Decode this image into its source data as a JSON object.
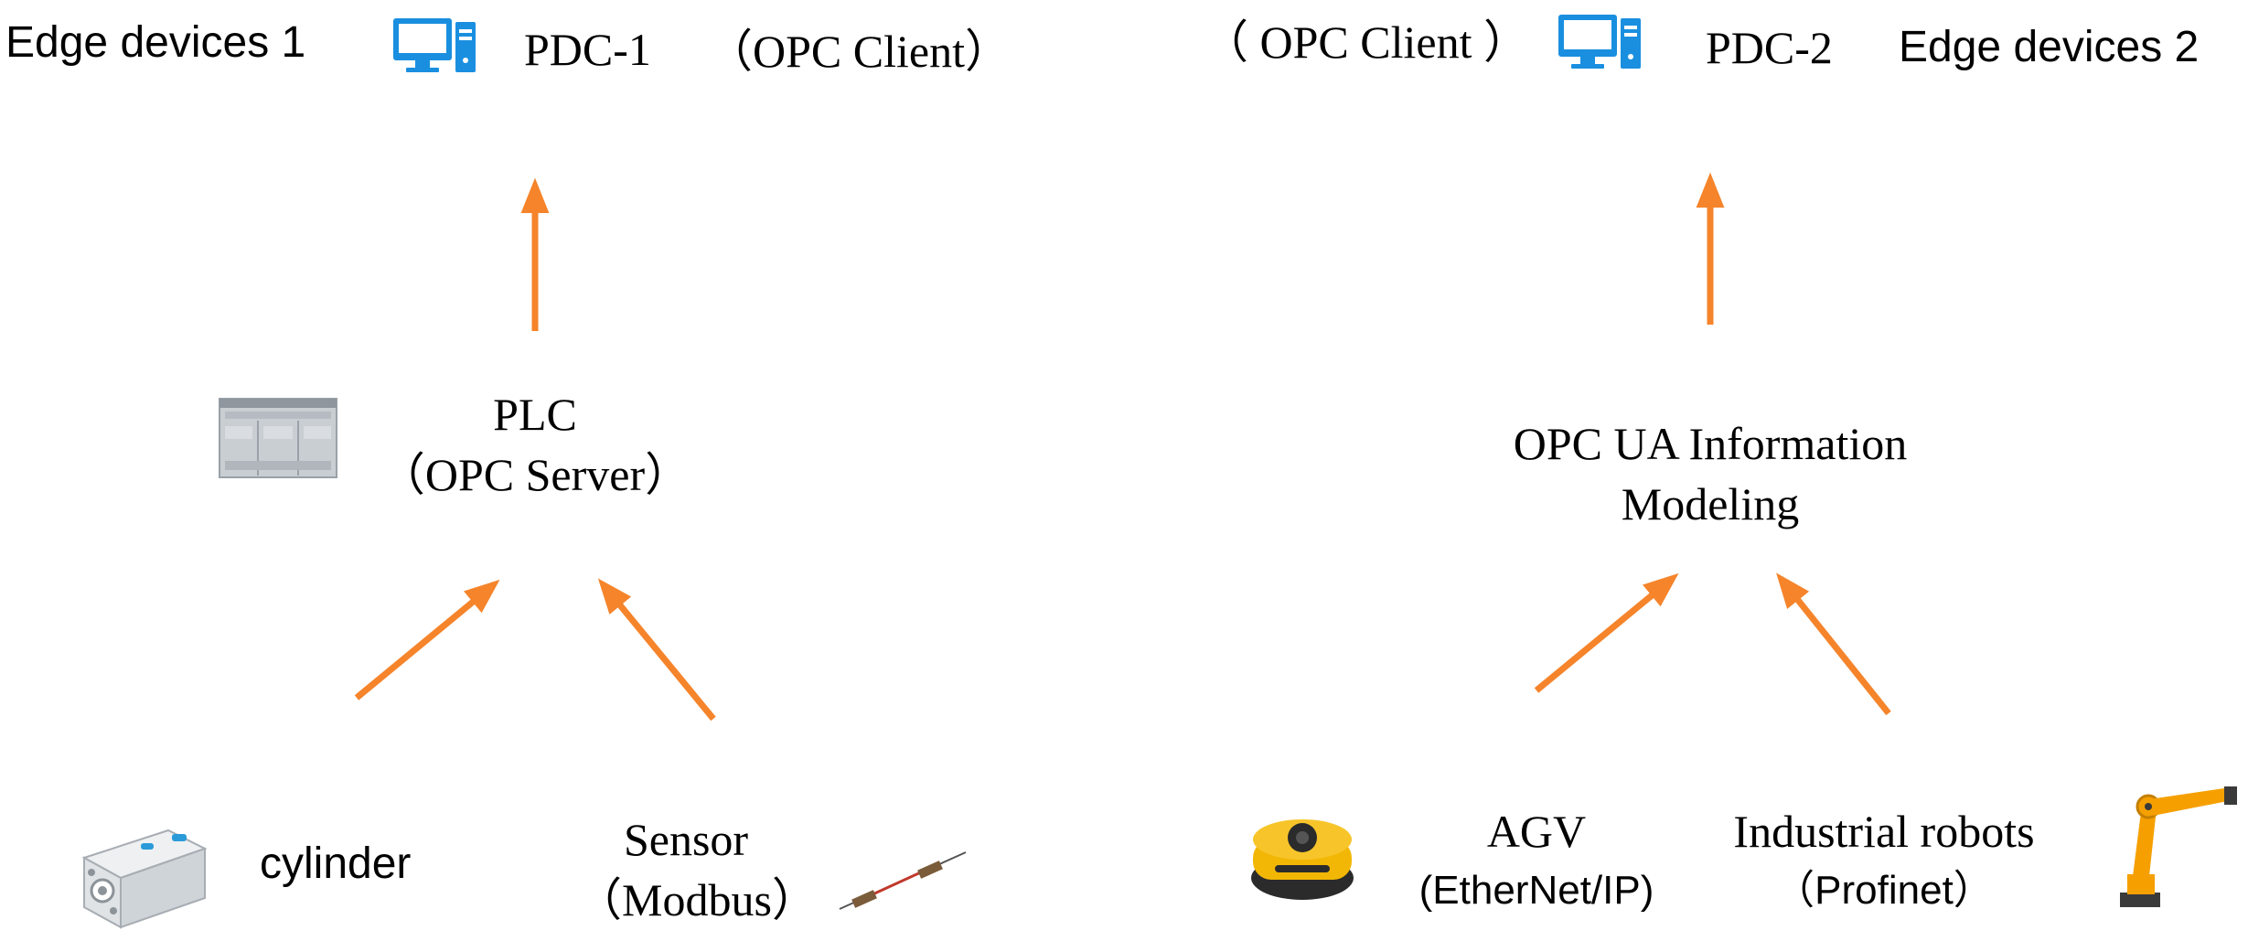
{
  "labels": {
    "edge1": "Edge devices 1",
    "pdc1": "PDC-1",
    "client1": "（OPC Client）",
    "client2": "（ OPC Client ）",
    "pdc2": "PDC-2",
    "edge2": "Edge devices 2",
    "plc_line1": "PLC",
    "plc_line2": "（OPC Server）",
    "opcua_line1": "OPC UA Information",
    "opcua_line2": "Modeling",
    "cylinder": "cylinder",
    "sensor_line1": "Sensor",
    "sensor_line2": "（Modbus）",
    "agv_line1": "AGV",
    "agv_line2": "(EtherNet/IP)",
    "robots_line1": "Industrial robots",
    "robots_line2": "（Profinet）"
  },
  "colors": {
    "arrow": "#F5842B",
    "monitor": "#1A8FE0",
    "monitor_dark": "#0F6DB8",
    "plc_body": "#C9CED3",
    "agv_yellow": "#F2B705",
    "robot_orange": "#F5A000"
  },
  "icons": {
    "pc1": "desktop-computer-icon",
    "pc2": "desktop-computer-icon",
    "plc": "plc-device-icon",
    "cylinder": "pneumatic-cylinder-icon",
    "sensor": "cable-sensor-icon",
    "agv": "agv-robot-icon",
    "robot": "industrial-robot-arm-icon"
  }
}
